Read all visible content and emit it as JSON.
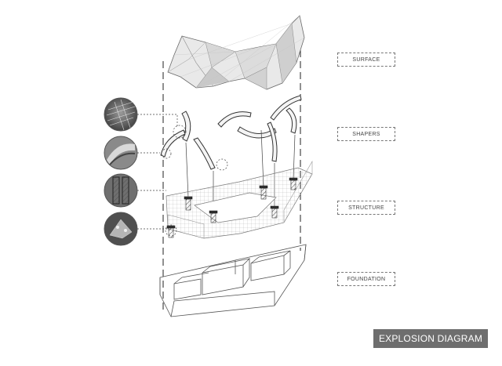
{
  "layers": {
    "surface": "SURFACE",
    "shapers": "SHAPERS",
    "structure": "STRUCTURE",
    "foundation": "FOUNDATION"
  },
  "title": "EXPLOSION DIAGRAM",
  "colors": {
    "background": "#ffffff",
    "line": "#333333",
    "badge": "#6e6e6e",
    "badge_text": "#ffffff"
  },
  "detail_photos": [
    "mesh-detail",
    "curved-shaper-detail",
    "bolted-connector-detail",
    "bracket-joint-detail"
  ]
}
